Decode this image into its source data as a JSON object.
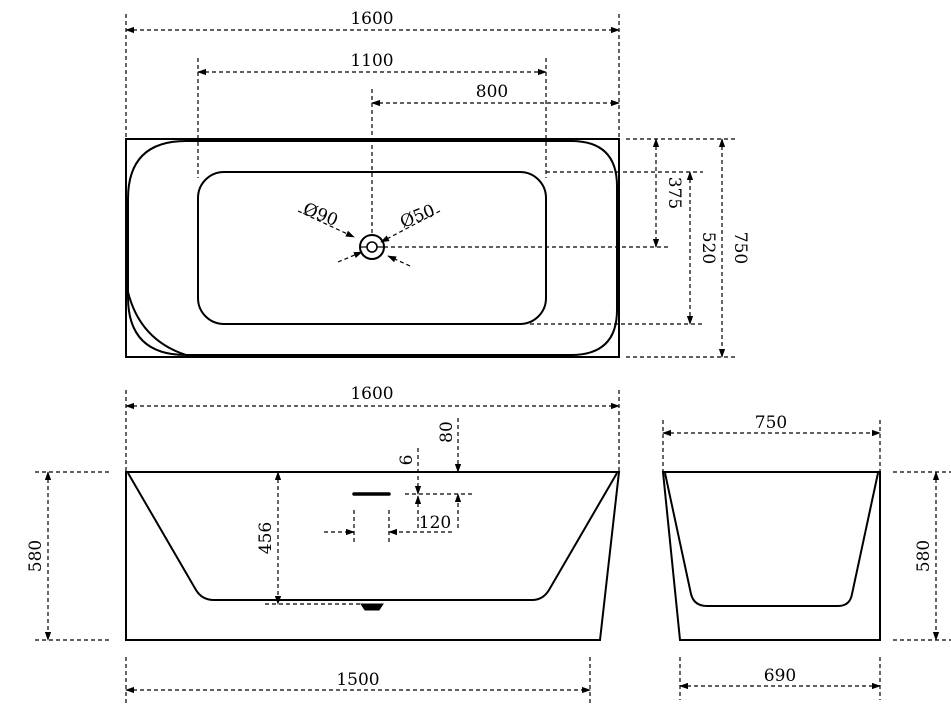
{
  "top_view": {
    "overall_length": "1600",
    "basin_length": "1100",
    "drain_offset": "800",
    "drain_diameter_outer": "Ø90",
    "drain_diameter_inner": "Ø50",
    "drain_to_back": "375",
    "basin_width": "520",
    "overall_width": "750"
  },
  "front_view": {
    "top_length": "1600",
    "bottom_length": "1500",
    "height": "580",
    "inner_depth": "456",
    "overflow_height": "6",
    "overflow_top_offset": "80",
    "overflow_width": "120"
  },
  "side_view": {
    "top_width": "750",
    "bottom_width": "690",
    "height": "580"
  }
}
